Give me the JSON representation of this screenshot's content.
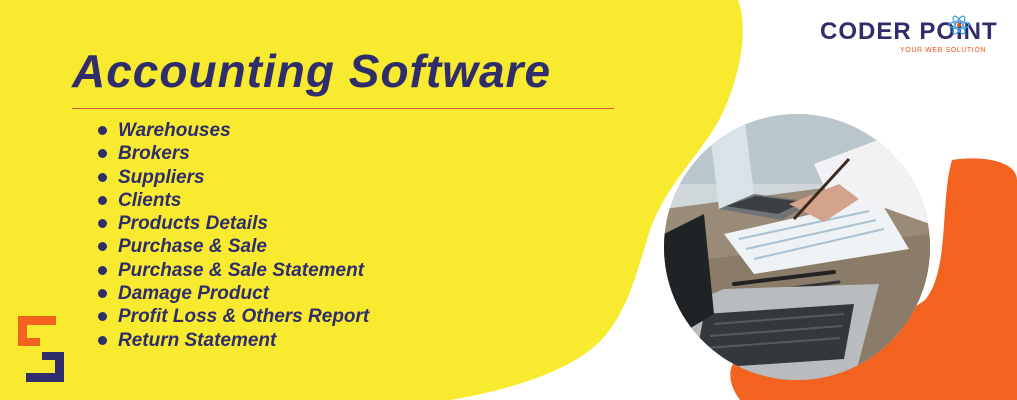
{
  "title": "Accounting Software",
  "features": [
    "Warehouses",
    "Brokers",
    "Suppliers",
    "Clients",
    "Products Details",
    "Purchase & Sale",
    "Purchase & Sale Statement",
    "Damage Product",
    "Profit Loss & Others Report",
    "Return Statement"
  ],
  "brand": {
    "name": "CODER POINT",
    "tagline": "YOUR WEB SOLUTION",
    "icon": "atom-icon"
  },
  "photo": {
    "description_icon": "laptop-writing-photo"
  },
  "colors": {
    "yellow_panel": "#f7ea2f",
    "navy_text": "#2f2d6b",
    "orange_accent": "#f3631f",
    "title_underline": "#d9534f"
  }
}
